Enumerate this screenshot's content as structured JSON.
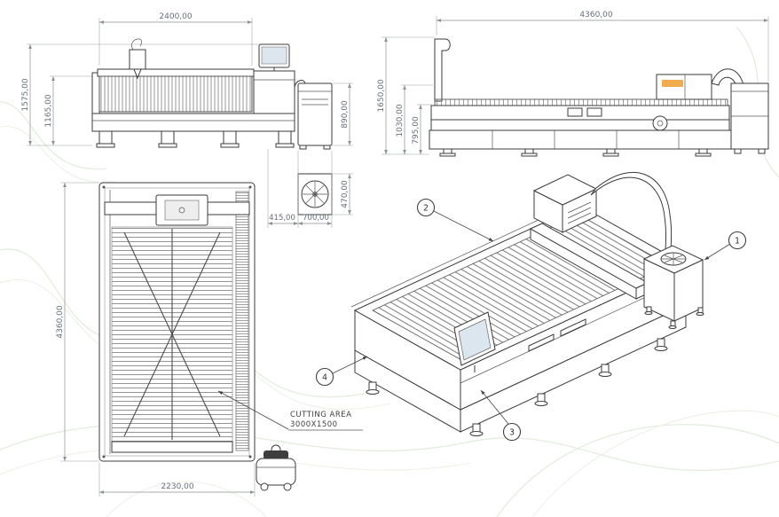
{
  "views": {
    "front": {
      "dim_width_top": "2400,00",
      "dim_height_total": "1575,00",
      "dim_height_bed": "1165,00",
      "dim_chiller_height": "890,00",
      "dim_fan_height": "470,00",
      "dim_gap_bottom": "415,00",
      "dim_chiller_width": "700,00"
    },
    "side": {
      "dim_length_top": "4360,00",
      "dim_height_total": "1650,00",
      "dim_height_mid": "1030,00",
      "dim_height_base": "795,00"
    },
    "plan": {
      "dim_length_left": "4360,00",
      "dim_width_bottom": "2230,00",
      "cutting_area_line1": "CUTTING AREA",
      "cutting_area_line2": "3000X1500"
    },
    "iso": {
      "balloons": [
        {
          "id": "1"
        },
        {
          "id": "2"
        },
        {
          "id": "3"
        },
        {
          "id": "4"
        }
      ]
    }
  }
}
